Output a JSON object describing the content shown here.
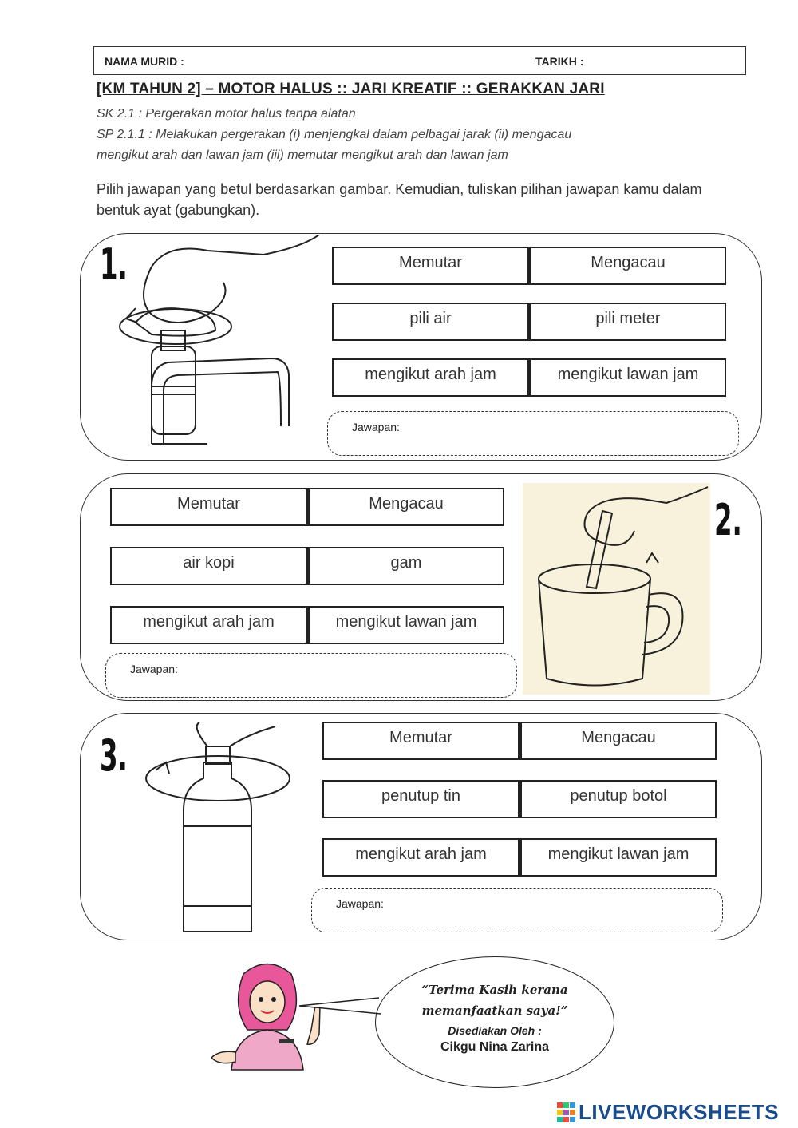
{
  "header": {
    "name_label": "NAMA MURID :",
    "date_label": "TARIKH :"
  },
  "title": "[KM TAHUN 2] – MOTOR HALUS :: JARI KREATIF :: GERAKKAN JARI",
  "standards": {
    "sk": "SK 2.1    : Pergerakan motor halus tanpa alatan",
    "sp_line1": "SP 2.1.1 : Melakukan pergerakan (i) menjengkal dalam pelbagai jarak (ii) mengacau",
    "sp_line2": "mengikut arah dan lawan jam (iii) memutar mengikut arah dan lawan jam"
  },
  "instruction": "Pilih jawapan yang betul berdasarkan gambar. Kemudian, tuliskan pilihan jawapan kamu dalam bentuk ayat (gabungkan).",
  "questions": [
    {
      "number": "1.",
      "rows": [
        [
          "Memutar",
          "Mengacau"
        ],
        [
          "pili air",
          "pili meter"
        ],
        [
          "mengikut arah jam",
          "mengikut lawan jam"
        ]
      ],
      "answer_label": "Jawapan:",
      "image": "faucet-icon"
    },
    {
      "number": "2.",
      "rows": [
        [
          "Memutar",
          "Mengacau"
        ],
        [
          "air kopi",
          "gam"
        ],
        [
          "mengikut arah jam",
          "mengikut lawan jam"
        ]
      ],
      "answer_label": "Jawapan:",
      "image": "mug-stirring-icon"
    },
    {
      "number": "3.",
      "rows": [
        [
          "Memutar",
          "Mengacau"
        ],
        [
          "penutup tin",
          "penutup botol"
        ],
        [
          "mengikut arah jam",
          "mengikut lawan jam"
        ]
      ],
      "answer_label": "Jawapan:",
      "image": "bottle-cap-icon"
    }
  ],
  "footer": {
    "thanks_line1": "“Terima Kasih kerana",
    "thanks_line2": "memanfaatkan saya!”",
    "prepared_by": "Disediakan Oleh :",
    "author": "Cikgu Nina Zarina",
    "logo": "LIVEWORKSHEETS"
  }
}
